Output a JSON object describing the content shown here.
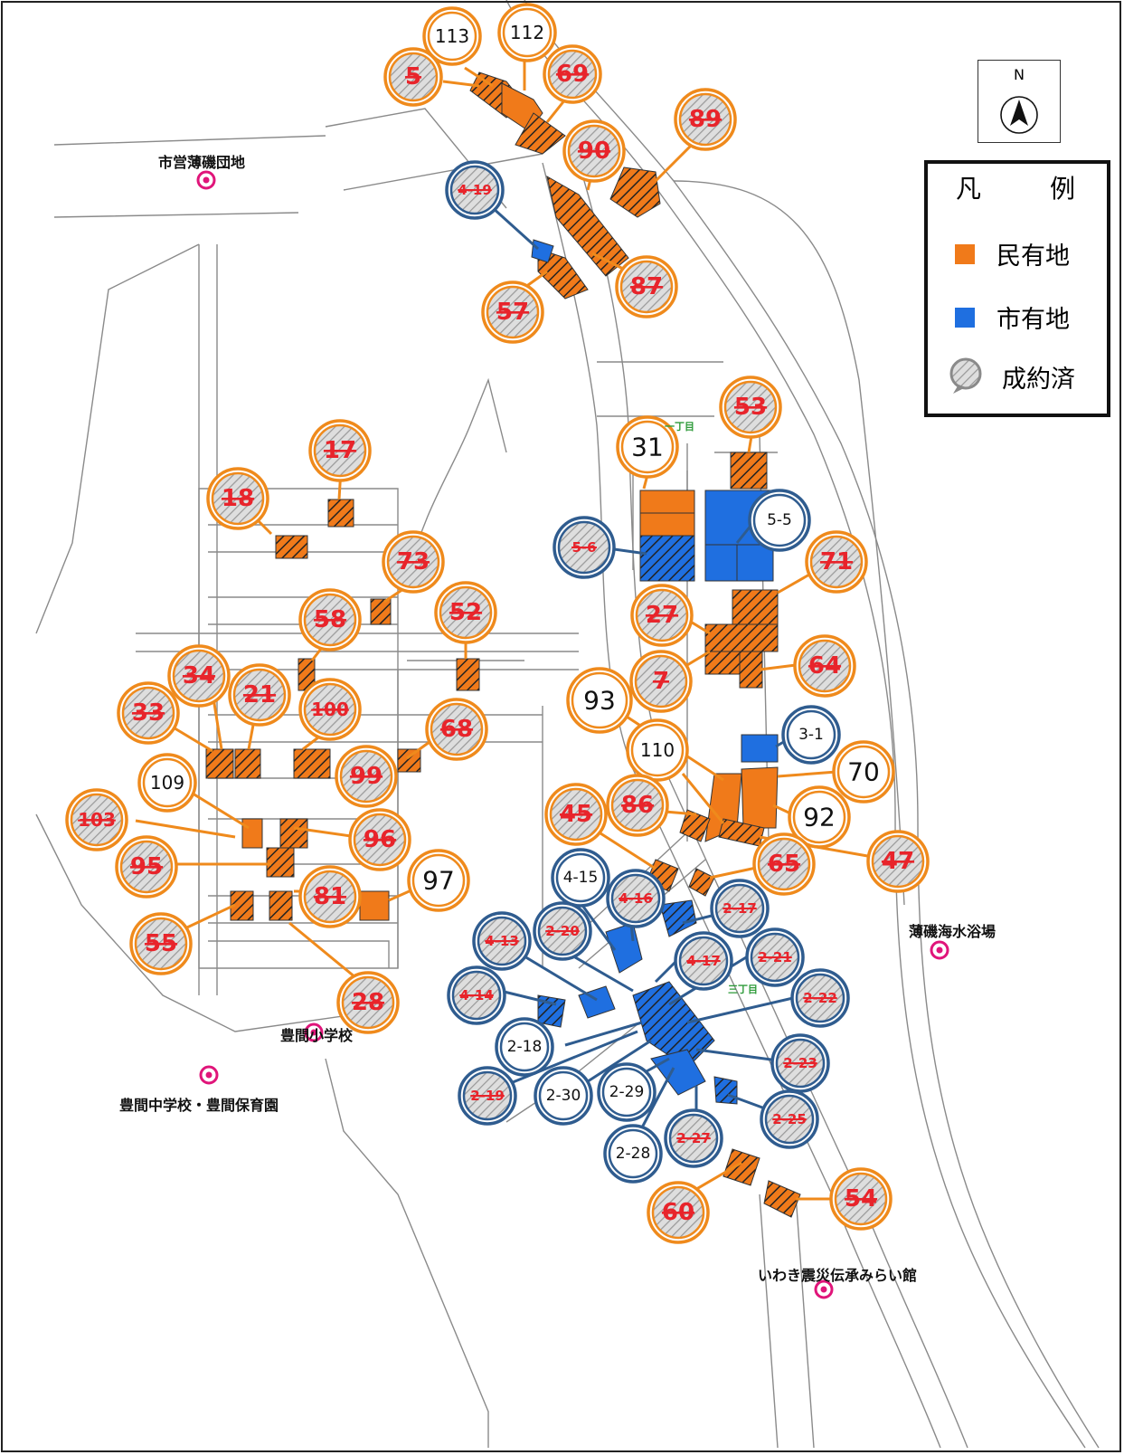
{
  "colors": {
    "private": "#f07a1a",
    "city": "#1f6fe0",
    "sold_fill": "#c8c8c8",
    "sold_text": "#e8242b",
    "orange_ring": "#ef8a1c",
    "blue_ring": "#2f5c8f",
    "landmark_marker": "#e0157a",
    "town_label": "#2e9b3a"
  },
  "legend": {
    "title": "凡　例",
    "items": [
      {
        "label": "民有地",
        "kind": "private"
      },
      {
        "label": "市有地",
        "kind": "city"
      },
      {
        "label": "成約済",
        "kind": "sold"
      }
    ]
  },
  "compass": {
    "label": "N"
  },
  "landmarks": [
    {
      "name": "市営薄磯団地",
      "icon": "circle-marker-icon"
    },
    {
      "name": "豊間小学校",
      "icon": "circle-marker-icon"
    },
    {
      "name": "豊間中学校・豊間保育園",
      "icon": "circle-marker-icon"
    },
    {
      "name": "薄磯海水浴場",
      "icon": "circle-marker-icon"
    },
    {
      "name": "いわき震災伝承みらい館",
      "icon": "circle-marker-icon"
    }
  ],
  "town_labels": [
    "一丁目",
    "三丁目"
  ],
  "lot_labels": [
    {
      "id": "113",
      "owner": "private",
      "sold": false
    },
    {
      "id": "112",
      "owner": "private",
      "sold": false
    },
    {
      "id": "5",
      "owner": "private",
      "sold": true
    },
    {
      "id": "69",
      "owner": "private",
      "sold": true
    },
    {
      "id": "89",
      "owner": "private",
      "sold": true
    },
    {
      "id": "90",
      "owner": "private",
      "sold": true
    },
    {
      "id": "4-19",
      "owner": "city",
      "sold": true
    },
    {
      "id": "87",
      "owner": "private",
      "sold": true
    },
    {
      "id": "57",
      "owner": "private",
      "sold": true
    },
    {
      "id": "53",
      "owner": "private",
      "sold": true
    },
    {
      "id": "31",
      "owner": "private",
      "sold": false
    },
    {
      "id": "5-5",
      "owner": "city",
      "sold": false
    },
    {
      "id": "5-6",
      "owner": "city",
      "sold": true
    },
    {
      "id": "71",
      "owner": "private",
      "sold": true
    },
    {
      "id": "27",
      "owner": "private",
      "sold": true
    },
    {
      "id": "64",
      "owner": "private",
      "sold": true
    },
    {
      "id": "7",
      "owner": "private",
      "sold": true
    },
    {
      "id": "93",
      "owner": "private",
      "sold": false
    },
    {
      "id": "3-1",
      "owner": "city",
      "sold": false
    },
    {
      "id": "110",
      "owner": "private",
      "sold": false
    },
    {
      "id": "70",
      "owner": "private",
      "sold": false
    },
    {
      "id": "92",
      "owner": "private",
      "sold": false
    },
    {
      "id": "45",
      "owner": "private",
      "sold": true
    },
    {
      "id": "86",
      "owner": "private",
      "sold": true
    },
    {
      "id": "47",
      "owner": "private",
      "sold": true
    },
    {
      "id": "65",
      "owner": "private",
      "sold": true
    },
    {
      "id": "17",
      "owner": "private",
      "sold": true
    },
    {
      "id": "18",
      "owner": "private",
      "sold": true
    },
    {
      "id": "73",
      "owner": "private",
      "sold": true
    },
    {
      "id": "52",
      "owner": "private",
      "sold": true
    },
    {
      "id": "58",
      "owner": "private",
      "sold": true
    },
    {
      "id": "34",
      "owner": "private",
      "sold": true
    },
    {
      "id": "21",
      "owner": "private",
      "sold": true
    },
    {
      "id": "33",
      "owner": "private",
      "sold": true
    },
    {
      "id": "100",
      "owner": "private",
      "sold": true
    },
    {
      "id": "68",
      "owner": "private",
      "sold": true
    },
    {
      "id": "99",
      "owner": "private",
      "sold": true
    },
    {
      "id": "109",
      "owner": "private",
      "sold": false
    },
    {
      "id": "103",
      "owner": "private",
      "sold": true
    },
    {
      "id": "96",
      "owner": "private",
      "sold": true
    },
    {
      "id": "95",
      "owner": "private",
      "sold": true
    },
    {
      "id": "81",
      "owner": "private",
      "sold": true
    },
    {
      "id": "97",
      "owner": "private",
      "sold": false
    },
    {
      "id": "55",
      "owner": "private",
      "sold": true
    },
    {
      "id": "28",
      "owner": "private",
      "sold": true
    },
    {
      "id": "4-15",
      "owner": "city",
      "sold": false
    },
    {
      "id": "4-16",
      "owner": "city",
      "sold": true
    },
    {
      "id": "2-17",
      "owner": "city",
      "sold": true
    },
    {
      "id": "2-20",
      "owner": "city",
      "sold": true
    },
    {
      "id": "4-13",
      "owner": "city",
      "sold": true
    },
    {
      "id": "4-17",
      "owner": "city",
      "sold": true
    },
    {
      "id": "2-21",
      "owner": "city",
      "sold": true
    },
    {
      "id": "4-14",
      "owner": "city",
      "sold": true
    },
    {
      "id": "2-22",
      "owner": "city",
      "sold": true
    },
    {
      "id": "2-18",
      "owner": "city",
      "sold": false
    },
    {
      "id": "2-23",
      "owner": "city",
      "sold": true
    },
    {
      "id": "2-19",
      "owner": "city",
      "sold": true
    },
    {
      "id": "2-30",
      "owner": "city",
      "sold": false
    },
    {
      "id": "2-29",
      "owner": "city",
      "sold": false
    },
    {
      "id": "2-25",
      "owner": "city",
      "sold": true
    },
    {
      "id": "2-28",
      "owner": "city",
      "sold": false
    },
    {
      "id": "2-27",
      "owner": "city",
      "sold": true
    },
    {
      "id": "60",
      "owner": "private",
      "sold": true
    },
    {
      "id": "54",
      "owner": "private",
      "sold": true
    }
  ]
}
